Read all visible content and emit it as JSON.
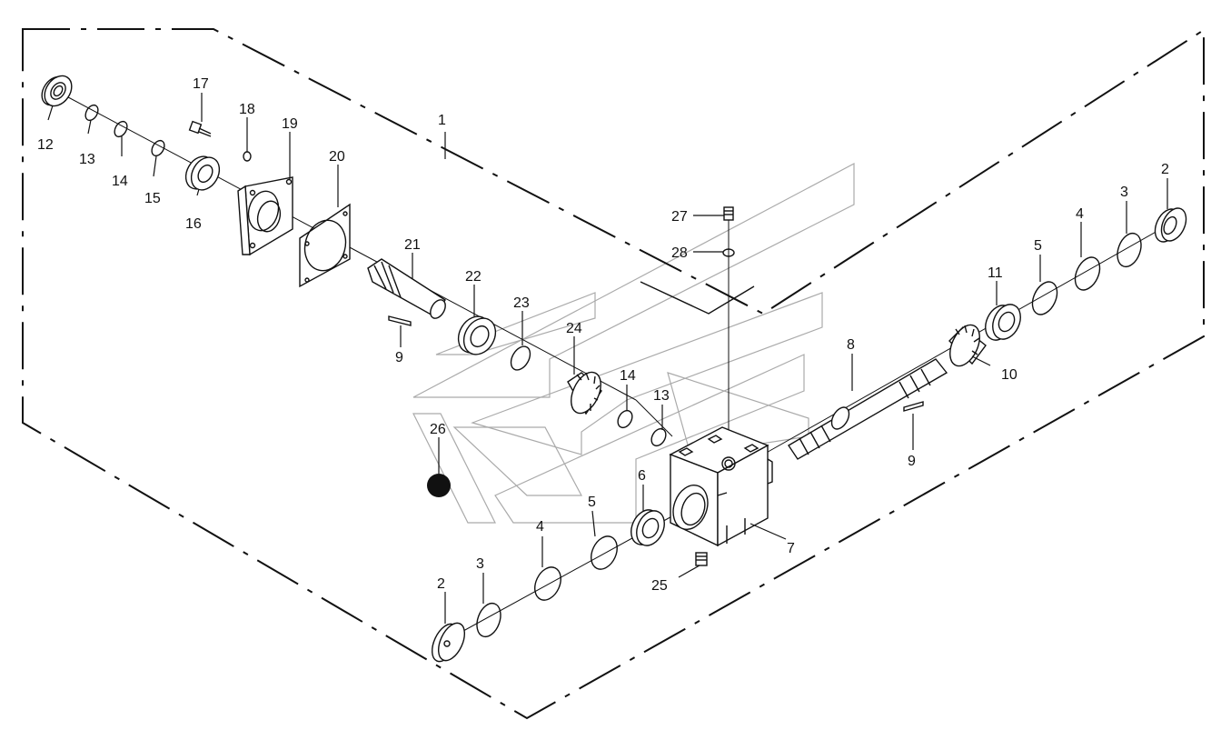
{
  "diagram": {
    "callouts": [
      {
        "id": "c1",
        "text": "1"
      },
      {
        "id": "c2a",
        "text": "2"
      },
      {
        "id": "c2b",
        "text": "2"
      },
      {
        "id": "c3a",
        "text": "3"
      },
      {
        "id": "c3b",
        "text": "3"
      },
      {
        "id": "c4a",
        "text": "4"
      },
      {
        "id": "c4b",
        "text": "4"
      },
      {
        "id": "c5a",
        "text": "5"
      },
      {
        "id": "c5b",
        "text": "5"
      },
      {
        "id": "c6",
        "text": "6"
      },
      {
        "id": "c7",
        "text": "7"
      },
      {
        "id": "c8",
        "text": "8"
      },
      {
        "id": "c9a",
        "text": "9"
      },
      {
        "id": "c9b",
        "text": "9"
      },
      {
        "id": "c10",
        "text": "10"
      },
      {
        "id": "c11",
        "text": "11"
      },
      {
        "id": "c12",
        "text": "12"
      },
      {
        "id": "c13a",
        "text": "13"
      },
      {
        "id": "c13b",
        "text": "13"
      },
      {
        "id": "c14a",
        "text": "14"
      },
      {
        "id": "c14b",
        "text": "14"
      },
      {
        "id": "c15",
        "text": "15"
      },
      {
        "id": "c16",
        "text": "16"
      },
      {
        "id": "c17",
        "text": "17"
      },
      {
        "id": "c18",
        "text": "18"
      },
      {
        "id": "c19",
        "text": "19"
      },
      {
        "id": "c20",
        "text": "20"
      },
      {
        "id": "c21",
        "text": "21"
      },
      {
        "id": "c22",
        "text": "22"
      },
      {
        "id": "c23",
        "text": "23"
      },
      {
        "id": "c24",
        "text": "24"
      },
      {
        "id": "c25",
        "text": "25"
      },
      {
        "id": "c26",
        "text": "26"
      },
      {
        "id": "c27",
        "text": "27"
      },
      {
        "id": "c28",
        "text": "28"
      }
    ]
  }
}
